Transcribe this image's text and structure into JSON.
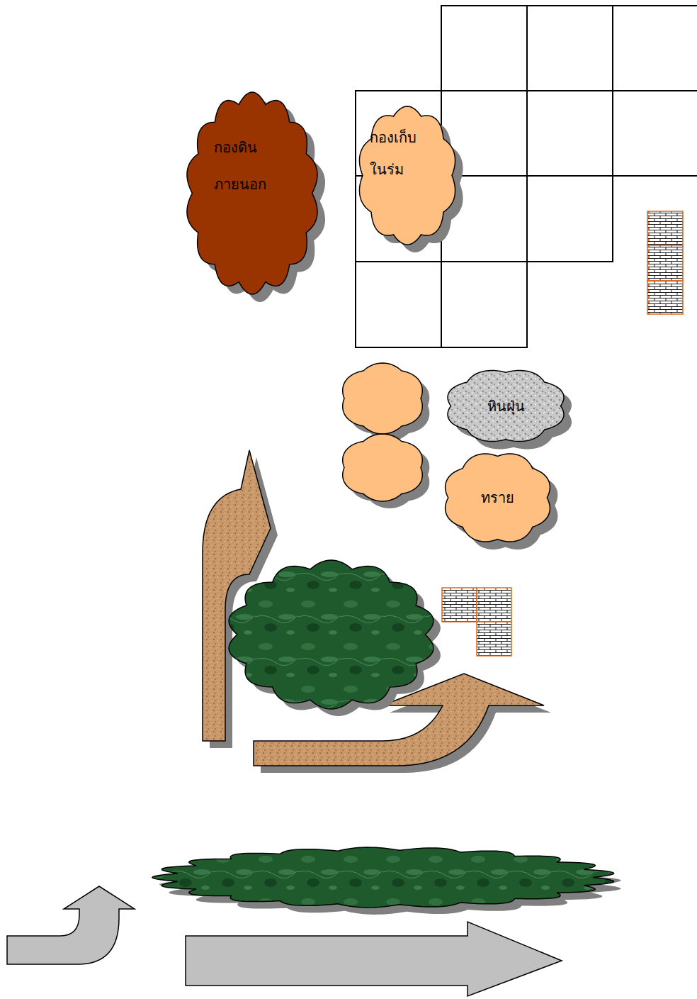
{
  "diagram": {
    "nodes": [
      {
        "text": [
          "กองดิน ภายนอก"
        ]
      },
      {
        "text": [
          "กองเก็บ ในร่ม"
        ]
      },
      {
        "text": [
          "หินฝุ่น"
        ]
      },
      {
        "text": [
          "ทราย"
        ]
      }
    ]
  }
}
